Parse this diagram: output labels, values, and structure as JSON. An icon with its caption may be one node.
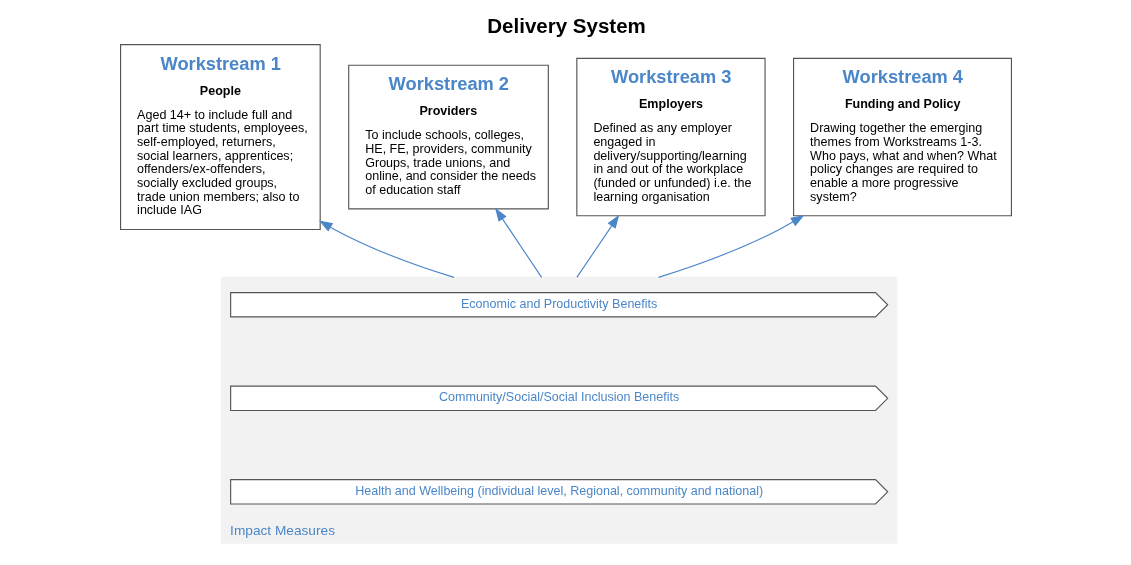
{
  "diagram": {
    "title": "Delivery System",
    "nodes": [
      {
        "text": [
          "Workstream 1",
          "People",
          "Aged 14+ to include full and part time students, employees, self-employed, returners, social learners, apprentices; offenders/ex-offenders, socially excluded groups, trade union members; also to include IAG"
        ]
      },
      {
        "text": [
          "Workstream 2",
          "Providers",
          "To include schools, colleges, HE, FE, providers, community Groups, trade unions, and online, and consider the needs of education staff"
        ]
      },
      {
        "text": [
          "Workstream 3",
          "Employers",
          "Defined as any employer engaged in delivery/supporting/learning in and out of the workplace (funded or unfunded) i.e. the learning organisation"
        ]
      },
      {
        "text": [
          "Workstream 4",
          "Funding and Policy",
          "Drawing together the emerging themes from Workstreams 1-3. Who pays, what and when? What policy changes are required to enable a more progressive system?"
        ]
      },
      {
        "text": [
          "Impact Measures"
        ]
      },
      {
        "text": [
          "Economic and Productivity Benefits"
        ],
        "in": 4
      },
      {
        "text": [
          "Community/Social/Social Inclusion Benefits"
        ],
        "in": 4
      },
      {
        "text": [
          "Health and Wellbeing (individual level, Regional, community and national)"
        ],
        "in": 4
      }
    ],
    "edges": [
      {
        "from": 4,
        "to": 0,
        "arrow": "to"
      },
      {
        "from": 4,
        "to": 1,
        "arrow": "to"
      },
      {
        "from": 4,
        "to": 3,
        "arrow": "to"
      },
      {
        "from": 4,
        "to": 2,
        "arrow": "to"
      }
    ]
  }
}
